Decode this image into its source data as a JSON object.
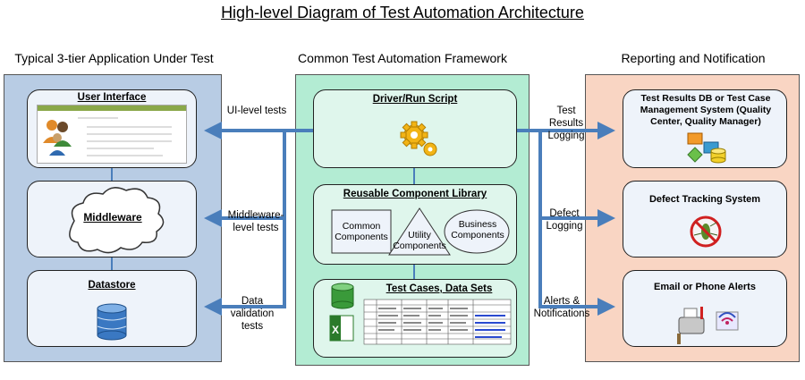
{
  "title": "High-level Diagram of Test Automation Architecture",
  "columns": {
    "left": "Typical 3-tier Application Under Test",
    "center": "Common Test Automation Framework",
    "right": "Reporting and Notification"
  },
  "tiers": {
    "ui": "User Interface",
    "middleware": "Middleware",
    "datastore": "Datastore"
  },
  "framework": {
    "driver": "Driver/Run Script",
    "library": "Reusable Component Library",
    "common": "Common Components",
    "utility": "Utility Components",
    "business": "Business Components",
    "test_cases": "Test Cases, Data Sets"
  },
  "left_arrows": {
    "ui": "UI-level tests",
    "middleware": "Middleware-level tests",
    "data": "Data validation tests"
  },
  "right_arrows": {
    "results": "Test Results Logging",
    "defect": "Defect Logging",
    "alerts": "Alerts & Notifications"
  },
  "reporting": {
    "results_db": "Test Results DB or Test Case Management System (Quality Center, Quality Manager)",
    "defect": "Defect Tracking System",
    "alerts": "Email or Phone Alerts"
  },
  "colors": {
    "left_panel": "#b8cce4",
    "center_panel": "#b3ecd3",
    "right_panel": "#f9d5c3",
    "arrow": "#4a7ebb"
  }
}
